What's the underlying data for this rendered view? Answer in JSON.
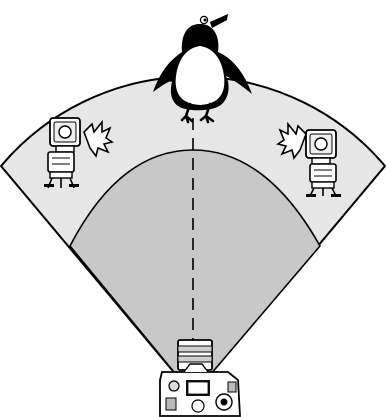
{
  "diagram": {
    "elements": [
      {
        "name": "penguin-subject",
        "kind": "subject"
      },
      {
        "name": "left-speedlite-flash",
        "kind": "flash-unit",
        "state": "firing"
      },
      {
        "name": "right-speedlite-flash",
        "kind": "flash-unit",
        "state": "firing"
      },
      {
        "name": "camera",
        "kind": "camera"
      }
    ],
    "zones": [
      {
        "name": "outer-coverage-zone",
        "fill": "#e6e6e6"
      },
      {
        "name": "inner-coverage-zone",
        "fill": "#c8c8c8"
      }
    ],
    "colors": {
      "outline": "#000000",
      "outer_fill": "#e6e6e6",
      "inner_fill": "#c8c8c8",
      "background": "#ffffff"
    }
  }
}
